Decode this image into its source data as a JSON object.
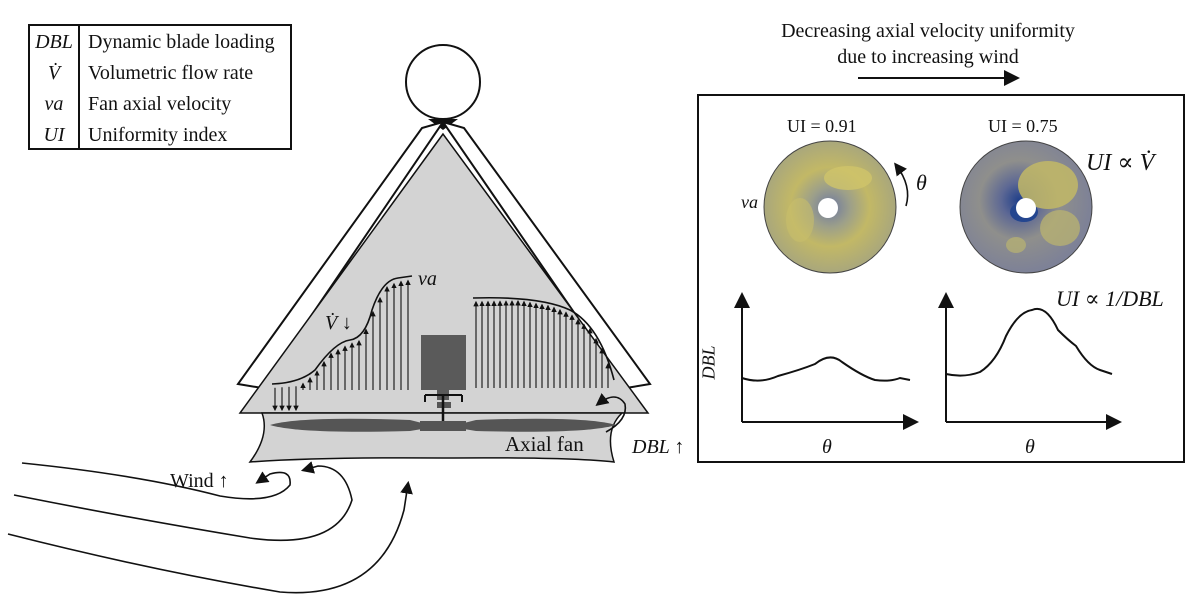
{
  "legend": {
    "rows": [
      {
        "symbol": "DBL",
        "label": "Dynamic blade loading"
      },
      {
        "symbol": "V̇",
        "label": "Volumetric flow rate"
      },
      {
        "symbol": "va",
        "label": "Fan axial velocity"
      },
      {
        "symbol": "UI",
        "label": "Uniformity index"
      }
    ]
  },
  "annotations": {
    "top_note_line1": "Decreasing axial velocity uniformity",
    "top_note_line2": "due to increasing wind",
    "wind": "Wind ↑",
    "axial_fan": "Axial fan",
    "dbl_up": "DBL ↑",
    "vdot_down": "V̇ ↓",
    "va_profile": "va"
  },
  "panel": {
    "left_ui": "UI = 0.91",
    "right_ui": "UI = 0.75",
    "theta_label": "θ",
    "va_label": "va",
    "ui_prop_v": "UI ∝ V̇",
    "ui_prop_dbl": "UI ∝ 1/DBL",
    "plot_ylabel": "DBL",
    "plot_xlabel": "θ"
  },
  "colors": {
    "housing": "#d3d3d3",
    "fan": "#555555",
    "motor": "#5a5a5a",
    "disc_yellow": "#b9b370",
    "disc_grey": "#8a8c94",
    "disc_blue": "#2e4a8a"
  }
}
